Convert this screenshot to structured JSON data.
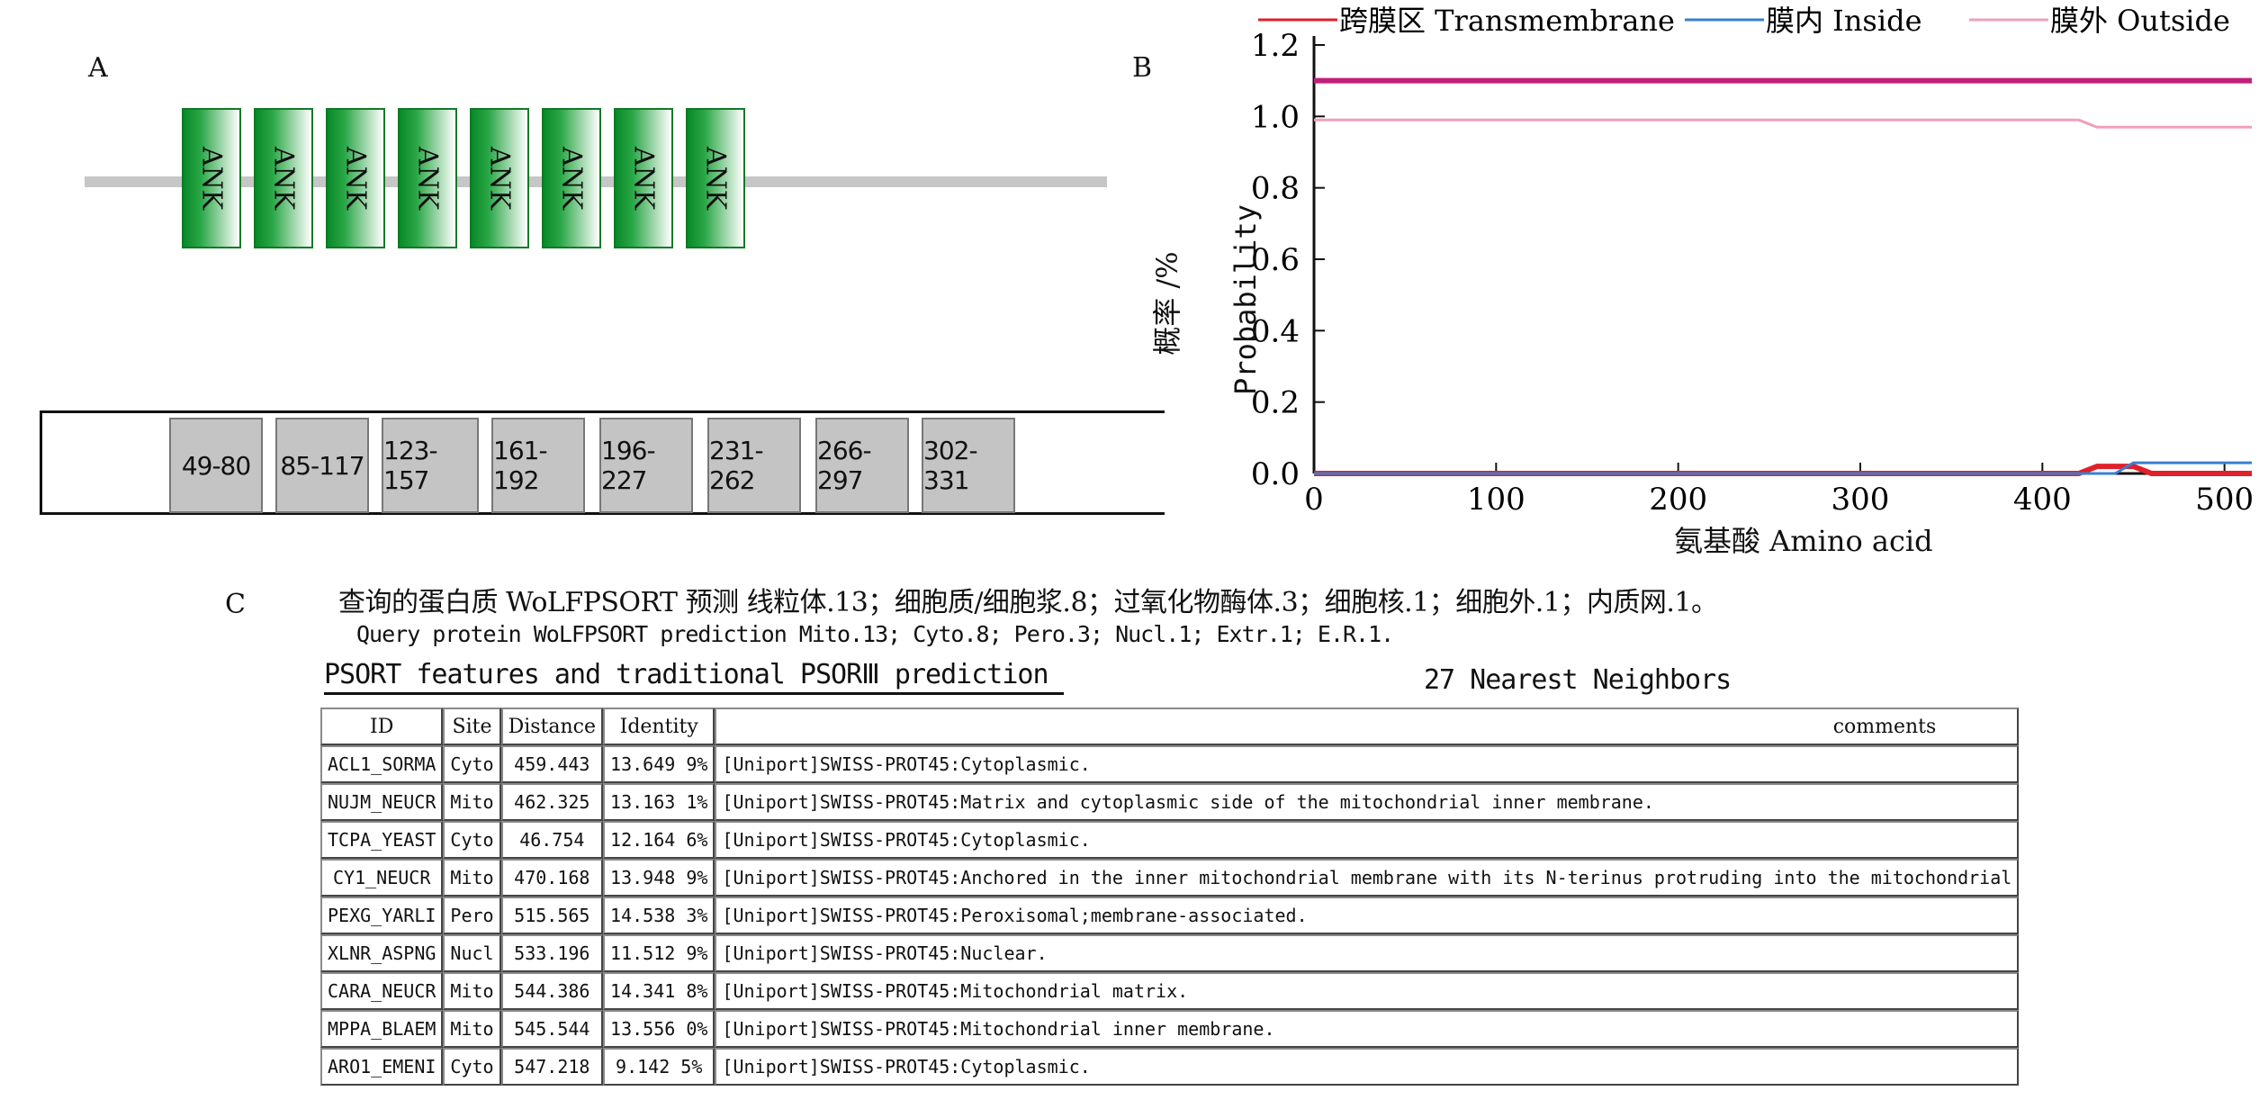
{
  "panel_a": {
    "label": "A",
    "domain_name": "ANK",
    "domain_count": 8,
    "ranges": [
      "49-80",
      "85-117",
      "123-157",
      "161-192",
      "196-227",
      "231-262",
      "266-297",
      "302-331"
    ]
  },
  "panel_b": {
    "label": "B",
    "legend": [
      {
        "label": "跨膜区 Transmembrane",
        "color": "#e0202a"
      },
      {
        "label": "膜内 Inside",
        "color": "#3a7fd0"
      },
      {
        "label": "膜外 Outside",
        "color": "#f0a0b8"
      }
    ],
    "ylabel_cn": "概率 /%",
    "ylabel_en": "Probability",
    "xlabel": "氨基酸 Amino acid",
    "xticks": [
      "0",
      "100",
      "200",
      "300",
      "400",
      "500"
    ],
    "yticks": [
      "0.0",
      "0.2",
      "0.4",
      "0.6",
      "0.8",
      "1.0",
      "1.2"
    ]
  },
  "chart_data": {
    "type": "line",
    "xlabel": "氨基酸 Amino acid",
    "ylabel": "概率 /% Probability",
    "xlim": [
      0,
      515
    ],
    "ylim": [
      0,
      1.2
    ],
    "x": [
      0,
      420,
      430,
      440,
      450,
      460,
      515
    ],
    "series": [
      {
        "name": "跨膜区 Transmembrane",
        "color": "#e0202a",
        "values": [
          0,
          0,
          0.02,
          0.02,
          0.02,
          0,
          0
        ]
      },
      {
        "name": "膜内 Inside",
        "color": "#3a7fd0",
        "values": [
          0,
          0,
          0,
          0,
          0.03,
          0.03,
          0.03
        ]
      },
      {
        "name": "膜外 Outside",
        "color": "#f0a0b8",
        "values": [
          0.99,
          0.99,
          0.97,
          0.97,
          0.97,
          0.97,
          0.97
        ]
      }
    ],
    "reference_line": {
      "y": 1.1,
      "color": "#c0207a"
    }
  },
  "panel_c": {
    "label": "C",
    "summary_cn": "查询的蛋白质 WoLFPSORT 预测 线粒体.13；细胞质/细胞浆.8；过氧化物酶体.3；细胞核.1；细胞外.1；内质网.1。",
    "summary_en": "Query protein WoLFPSORT prediction Mito.13; Cyto.8; Pero.3; Nucl.1; Extr.1; E.R.1.",
    "section_title": "PSORT features and traditional PSORⅢ prediction",
    "neighbors_title": "27 Nearest Neighbors",
    "columns": [
      "ID",
      "Site",
      "Distance",
      "Identity",
      "comments"
    ],
    "rows": [
      [
        "ACL1_SORMA",
        "Cyto",
        "459.443",
        "13.649 9%",
        "[Uniport]SWISS-PROT45:Cytoplasmic."
      ],
      [
        "NUJM_NEUCR",
        "Mito",
        "462.325",
        "13.163 1%",
        "[Uniport]SWISS-PROT45:Matrix and cytoplasmic side of the mitochondrial inner membrane."
      ],
      [
        "TCPA_YEAST",
        "Cyto",
        "46.754",
        "12.164 6%",
        "[Uniport]SWISS-PROT45:Cytoplasmic."
      ],
      [
        "CY1_NEUCR",
        "Mito",
        "470.168",
        "13.948 9%",
        "[Uniport]SWISS-PROT45:Anchored in the inner mitochondrial membrane with its N-terinus protruding into the mitochondrial"
      ],
      [
        "PEXG_YARLI",
        "Pero",
        "515.565",
        "14.538 3%",
        "[Uniport]SWISS-PROT45:Peroxisomal;membrane-associated."
      ],
      [
        "XLNR_ASPNG",
        "Nucl",
        "533.196",
        "11.512 9%",
        "[Uniport]SWISS-PROT45:Nuclear."
      ],
      [
        "CARA_NEUCR",
        "Mito",
        "544.386",
        "14.341 8%",
        "[Uniport]SWISS-PROT45:Mitochondrial matrix."
      ],
      [
        "MPPA_BLAEM",
        "Mito",
        "545.544",
        "13.556 0%",
        "[Uniport]SWISS-PROT45:Mitochondrial inner membrane."
      ],
      [
        "ARO1_EMENI",
        "Cyto",
        "547.218",
        "9.142 5%",
        "[Uniport]SWISS-PROT45:Cytoplasmic."
      ]
    ]
  }
}
